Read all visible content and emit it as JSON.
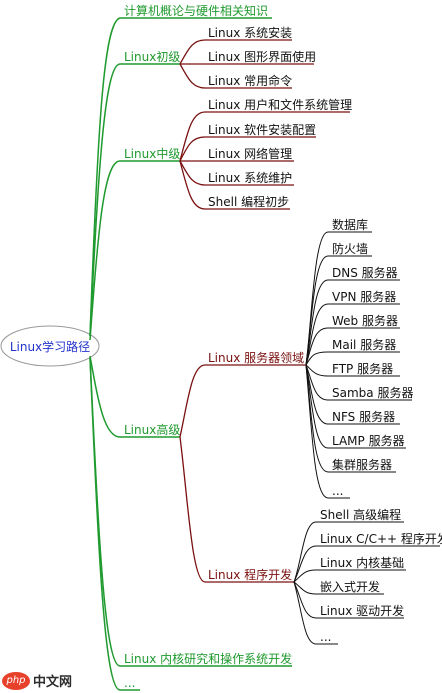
{
  "root": "Linux学习路径",
  "branches": {
    "computer_basics": "计算机概论与硬件相关知识",
    "primary": {
      "label": "Linux初级",
      "items": [
        "Linux 系统安装",
        "Linux 图形界面使用",
        "Linux 常用命令"
      ]
    },
    "intermediate": {
      "label": "Linux中级",
      "items": [
        "Linux 用户和文件系统管理",
        "Linux 软件安装配置",
        "Linux 网络管理",
        "Linux 系统维护",
        "Shell 编程初步"
      ]
    },
    "advanced": {
      "label": "Linux高级",
      "server": {
        "label": "Linux 服务器领域",
        "items": [
          "数据库",
          "防火墙",
          "DNS 服务器",
          "VPN 服务器",
          "Web 服务器",
          "Mail 服务器",
          "FTP 服务器",
          "Samba 服务器",
          "NFS 服务器",
          "LAMP 服务器",
          "集群服务器",
          "..."
        ]
      },
      "dev": {
        "label": "Linux 程序开发",
        "items": [
          "Shell 高级编程",
          "Linux C/C++ 程序开发",
          "Linux 内核基础",
          "嵌入式开发",
          "Linux 驱动开发",
          "..."
        ]
      }
    },
    "kernel": "Linux 内核研究和操作系统开发",
    "more": "..."
  },
  "colors": {
    "level1": "#1f9a2e",
    "level2": "#7a1010",
    "level3": "#111111",
    "root": "#2233cc"
  },
  "watermark": {
    "logo": "php",
    "text": "中文网"
  }
}
